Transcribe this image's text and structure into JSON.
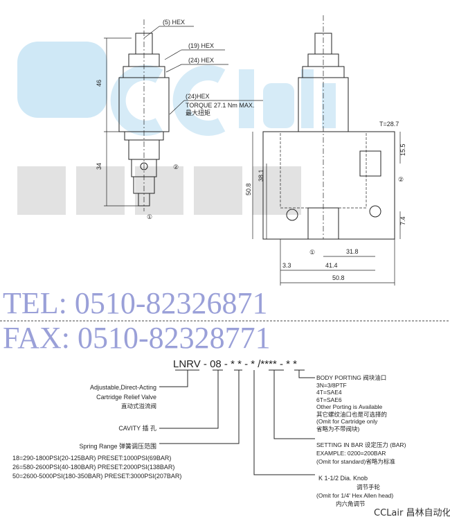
{
  "watermark": {
    "logo": "CCLair",
    "logo_cn": "昌林自动化",
    "tel": "TEL: 0510-82326871",
    "fax": "FAX: 0510-82328771",
    "footer": "CCLair 昌林自动化"
  },
  "drawing": {
    "callouts": {
      "hex5": "(5) HEX",
      "hex19": "(19) HEX",
      "hex24": "(24) HEX",
      "hex24b": "(24)HEX",
      "torque": "TORQUE 27.1 Nm MAX.",
      "torque_cn": "最大扭矩"
    },
    "dims": {
      "d46": "46",
      "d34": "34",
      "t287": "T=28.7",
      "d155": "15.5",
      "d381": "38.1",
      "d508v": "50.8",
      "d74": "7.4",
      "d318": "31.8",
      "d33": "3.3",
      "d414": "41.4",
      "d508h": "50.8"
    },
    "ports": {
      "p1": "①",
      "p2": "②"
    }
  },
  "ordering": {
    "code": "LNRV - 08 - * * - * /**** - * *",
    "type_en1": "Adjustable,Direct-Acting",
    "type_en2": "Cartridge Relief Valve",
    "type_cn": "直动式溢流阀",
    "cavity": "CAVITY    插 孔",
    "spring": "Spring Range    弹簧调压范围",
    "spring_rows": [
      "18=290-1800PSI(20-125BAR)     PRESET:1000PSI(69BAR)",
      "26=580-2600PSI(40-180BAR)     PRESET:2000PSI(138BAR)",
      "50=2600-5000PSI(180-350BAR) PRESET:3000PSI(207BAR)"
    ],
    "body_porting": [
      "BODY PORTING 阀块油口",
      "3N=3/8PTF",
      "4T=SAE4",
      "6T=SAE6",
      "Other Porting is Available",
      "其它螺纹油口也是可选择的",
      "(Omit for Cartridge only",
      "  省略为不带阀块)"
    ],
    "setting": [
      "SETTING IN BAR  设定压力 (BAR)",
      "EXAMPLE: 0200=200BAR",
      "(Omit for standard)省略为标准"
    ],
    "knob": [
      "K    1-1/2 Dia.  Knob",
      "调节手轮",
      "(Omit for 1/4' Hex Allen head)",
      "内六角调节"
    ]
  }
}
